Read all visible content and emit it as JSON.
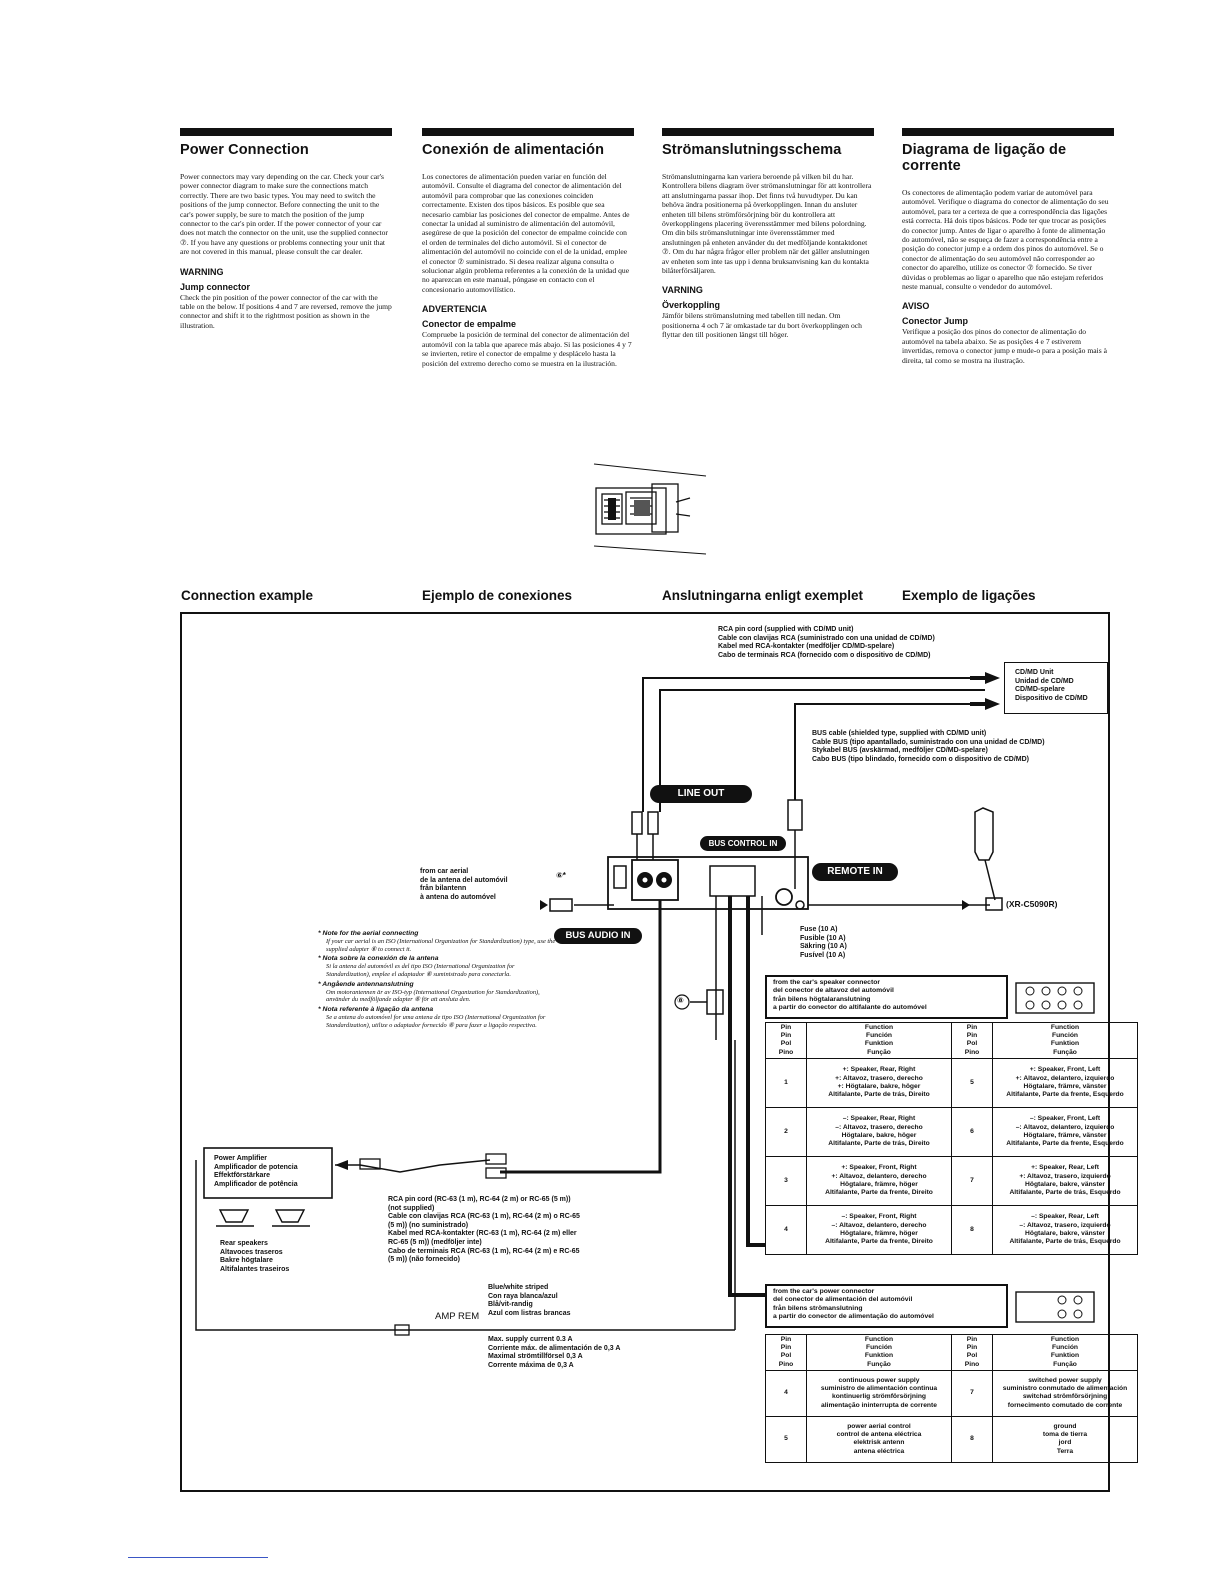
{
  "columns": [
    {
      "title": "Power Connection",
      "body": "Power connectors may vary depending on the car. Check your car's power connector diagram to make sure the connections match correctly. There are two basic types. You may need to switch the positions of the jump connector. Before connecting the unit to the car's power supply, be sure to match the position of the jump connector to the car's pin order. If the power connector of your car does not match the connector on the unit, use the supplied connector ⑦. If you have any questions or problems connecting your unit that are not covered in this manual, please consult the car dealer.",
      "warning": "WARNING",
      "sub": "Jump connector",
      "sub_body": "Check the pin position of the power connector of the car with the table on the below. If positions 4 and 7 are reversed, remove the jump connector and shift it to the rightmost position as shown in the illustration."
    },
    {
      "title": "Conexión de alimentación",
      "body": "Los conectores de alimentación pueden variar en función del automóvil. Consulte el diagrama del conector de alimentación del automóvil para comprobar que las conexiones coinciden correctamente. Existen dos tipos básicos. Es posible que sea necesario cambiar las posiciones del conector de empalme. Antes de conectar la unidad al suministro de alimentación del automóvil, asegúrese de que la posición del conector de empalme coincide con el orden de terminales del dicho automóvil. Si el conector de alimentación del automóvil no coincide con el de la unidad, emplee el conector ⑦ suministrado. Si desea realizar alguna consulta o solucionar algún problema referentes a la conexión de la unidad que no aparezcan en este manual, póngase en contacto con el concesionario automovilístico.",
      "warning": "ADVERTENCIA",
      "sub": "Conector de empalme",
      "sub_body": "Compruebe la posición de terminal del conector de alimentación del automóvil con la tabla que aparece más abajo. Si las posiciones 4 y 7 se invierten, retire el conector de empalme y desplácelo hasta la posición del extremo derecho como se muestra en la ilustración."
    },
    {
      "title": "Strömanslutningsschema",
      "body": "Strömanslutningarna kan variera beroende på vilken bil du har. Kontrollera bilens diagram över strömanslutningar för att kontrollera att anslutningarna passar ihop. Det finns två huvudtyper. Du kan behöva ändra positionerna på överkopplingen. Innan du ansluter enheten till bilens strömförsörjning bör du kontrollera att överkopplingens placering överensstämmer med bilens polordning. Om din bils strömanslutningar inte överensstämmer med anslutningen på enheten använder du det medföljande kontaktdonet ⑦. Om du har några frågor eller problem när det gäller anslutningen av enheten som inte tas upp i denna bruksanvisning kan du kontakta bilåterförsäljaren.",
      "warning": "VARNING",
      "sub": "Överkoppling",
      "sub_body": "Jämför bilens strömanslutning med tabellen till nedan. Om positionerna 4 och 7 är omkastade tar du bort överkopplingen och flyttar den till positionen längst till höger."
    },
    {
      "title": "Diagrama de ligação de corrente",
      "body": "Os conectores de alimentação podem variar de automóvel para automóvel. Verifique o diagrama do conector de alimentação do seu automóvel, para ter a certeza de que a correspondência das ligações está correcta. Há dois tipos básicos. Pode ter que trocar as posições do conector jump. Antes de ligar o aparelho à fonte de alimentação do automóvel, não se esqueça de fazer a correspondência entre a posição do conector jump e a ordem dos pinos do automóvel. Se o conector de alimentação do seu automóvel não corresponder ao conector do aparelho, utilize os conector ⑦ fornecido. Se tiver dúvidas o problemas ao ligar o aparelho que não estejam referidos neste manual, consulte o vendedor do automóvel.",
      "warning": "AVISO",
      "sub": "Conector Jump",
      "sub_body": "Verifique a posição dos pinos do conector de alimentação do automóvel na tabela abaixo. Se as posições 4 e 7 estiverem invertidas, remova o conector jump e mude-o para a posição mais à direita, tal como se mostra na ilustração."
    }
  ],
  "section_titles": [
    "Connection example",
    "Ejemplo de conexiones",
    "Anslutningarna enligt exemplet",
    "Exemplo de ligações"
  ],
  "rca_top": [
    "RCA pin cord (supplied with CD/MD unit)",
    "Cable con clavijas RCA (suministrado con una unidad de CD/MD)",
    "Kabel med RCA-kontakter (medföljer CD/MD-spelare)",
    "Cabo de terminais RCA (fornecido com o dispositivo de CD/MD)"
  ],
  "cdmd_unit": [
    "CD/MD Unit",
    "Unidad de CD/MD",
    "CD/MD-spelare",
    "Dispositivo de CD/MD"
  ],
  "bus_cable": [
    "BUS cable (shielded type, supplied with CD/MD unit)",
    "Cable BUS (tipo apantallado, suministrado con una unidad de CD/MD)",
    "Stykabel BUS (avskärmad, medföljer CD/MD-spelare)",
    "Cabo BUS (tipo blindado, fornecido com o dispositivo de CD/MD)"
  ],
  "labels": {
    "line_out": "LINE OUT",
    "bus_control_in": "BUS CONTROL IN",
    "remote_in": "REMOTE IN",
    "bus_audio_in": "BUS AUDIO IN",
    "xr": "(XR-C5090R)",
    "amp_rem": "AMP REM",
    "num8": "⑧",
    "num6": "⑥*"
  },
  "aerial": [
    "from car aerial",
    "de la antena del automóvil",
    "från bilantenn",
    "à antena do automóvel"
  ],
  "fuse": [
    "Fuse (10 A)",
    "Fusible (10 A)",
    "Säkring (10 A)",
    "Fusível (10 A)"
  ],
  "notes": [
    {
      "title": "* Note for the aerial connecting",
      "body": "If your car aerial is an ISO (International Organization for Standardization) type, use the supplied adapter ⑥ to connect it."
    },
    {
      "title": "* Nota sobre la conexión de la antena",
      "body": "Si la antena del automóvil es del tipo ISO (International Organization for Standardization), emplee el adaptador ⑥ suministrado para conectarla."
    },
    {
      "title": "* Angående antennanslutning",
      "body": "Om motorantennen är av ISO-typ (International Organization for Standardization), använder du medföljande adapter ⑥ för att ansluta den."
    },
    {
      "title": "* Nota referente à ligação da antena",
      "body": "Se a antena do automóvel for uma antena de tipo ISO (International Organization for Standardization), utilize o adaptador fornecido ⑥ para fazer a ligação respectiva."
    }
  ],
  "amp": [
    "Power Amplifier",
    "Amplificador de potencia",
    "Effektförstärkare",
    "Amplificador de potência"
  ],
  "rear": [
    "Rear speakers",
    "Altavoces traseros",
    "Bakre högtalare",
    "Altifalantes traseiros"
  ],
  "rca_bottom": [
    "RCA pin cord (RC-63 (1 m), RC-64 (2 m) or RC-65 (5 m))",
    "(not supplied)",
    "Cable con clavijas RCA (RC-63 (1 m), RC-64 (2 m) o RC-65",
    "(5 m)) (no suministrado)",
    "Kabel med RCA-kontakter (RC-63 (1 m), RC-64 (2 m) eller",
    "RC-65 (5 m)) (medföljer inte)",
    "Cabo de terminais RCA (RC-63 (1 m), RC-64 (2 m) e RC-65",
    "(5 m)) (não fornecido)"
  ],
  "blue_white": [
    "Blue/white striped",
    "Con raya blanca/azul",
    "Blå/vit-randig",
    "Azul com listras brancas"
  ],
  "max_supply": [
    "Max. supply current 0.3 A",
    "Corriente máx. de alimentación de 0,3 A",
    "Maximal strömtillförsel 0,3 A",
    "Corrente máxima de 0,3 A"
  ],
  "speaker_header": [
    "from the car's speaker connector",
    "del conector de altavoz del automóvil",
    "från bilens högtalaranslutning",
    "a partir do conector do altifalante do automóvel"
  ],
  "table_head": {
    "pin": [
      "Pin",
      "Pin",
      "Pol",
      "Pino"
    ],
    "function": [
      "Function",
      "Función",
      "Funktion",
      "Função"
    ]
  },
  "speaker_rows": [
    {
      "pin_l": "1",
      "fn_l": [
        "+: Speaker, Rear, Right",
        "+: Altavoz, trasero, derecho",
        "+: Högtalare, bakre, höger",
        "Altifalante, Parte de trás, Direito"
      ],
      "pin_r": "5",
      "fn_r": [
        "+: Speaker, Front, Left",
        "+: Altavoz, delantero, izquierdo",
        "Högtalare, främre, vänster",
        "Altifalante, Parte da frente, Esquerdo"
      ]
    },
    {
      "pin_l": "2",
      "fn_l": [
        "–: Speaker, Rear, Right",
        "–: Altavoz, trasero, derecho",
        "Högtalare, bakre, höger",
        "Altifalante, Parte de trás, Direito"
      ],
      "pin_r": "6",
      "fn_r": [
        "–: Speaker, Front, Left",
        "–: Altavoz, delantero, izquierdo",
        "Högtalare, främre, vänster",
        "Altifalante, Parte da frente, Esquerdo"
      ]
    },
    {
      "pin_l": "3",
      "fn_l": [
        "+: Speaker, Front, Right",
        "+: Altavoz, delantero, derecho",
        "Högtalare, främre, höger",
        "Altifalante, Parte da frente, Direito"
      ],
      "pin_r": "7",
      "fn_r": [
        "+: Speaker, Rear, Left",
        "+: Altavoz, trasero, izquierdo",
        "Högtalare, bakre, vänster",
        "Altifalante, Parte de trás, Esquerdo"
      ]
    },
    {
      "pin_l": "4",
      "fn_l": [
        "–: Speaker, Front, Right",
        "–: Altavoz, delantero, derecho",
        "Högtalare, främre, höger",
        "Altifalante, Parte da frente, Direito"
      ],
      "pin_r": "8",
      "fn_r": [
        "–: Speaker, Rear, Left",
        "–: Altavoz, trasero, izquierdo",
        "Högtalare, bakre, vänster",
        "Altifalante, Parte de trás, Esquerdo"
      ]
    }
  ],
  "power_header": [
    "from the car's power connector",
    "del conector de alimentación del automóvil",
    "från bilens strömanslutning",
    "a partir do conector de alimentação do automóvel"
  ],
  "power_rows": [
    {
      "pin_l": "4",
      "fn_l": [
        "continuous power supply",
        "suministro de alimentación continua",
        "kontinuerlig strömförsörjning",
        "alimentação ininterrupta de corrente"
      ],
      "pin_r": "7",
      "fn_r": [
        "switched power supply",
        "suministro conmutado de alimentación",
        "switchad strömförsörjning",
        "fornecimento comutado de corrente"
      ]
    },
    {
      "pin_l": "5",
      "fn_l": [
        "power aerial control",
        "control de antena eléctrica",
        "elektrisk antenn",
        "antena eléctrica"
      ],
      "pin_r": "8",
      "fn_r": [
        "ground",
        "toma de tierra",
        "jord",
        "Terra"
      ]
    }
  ]
}
